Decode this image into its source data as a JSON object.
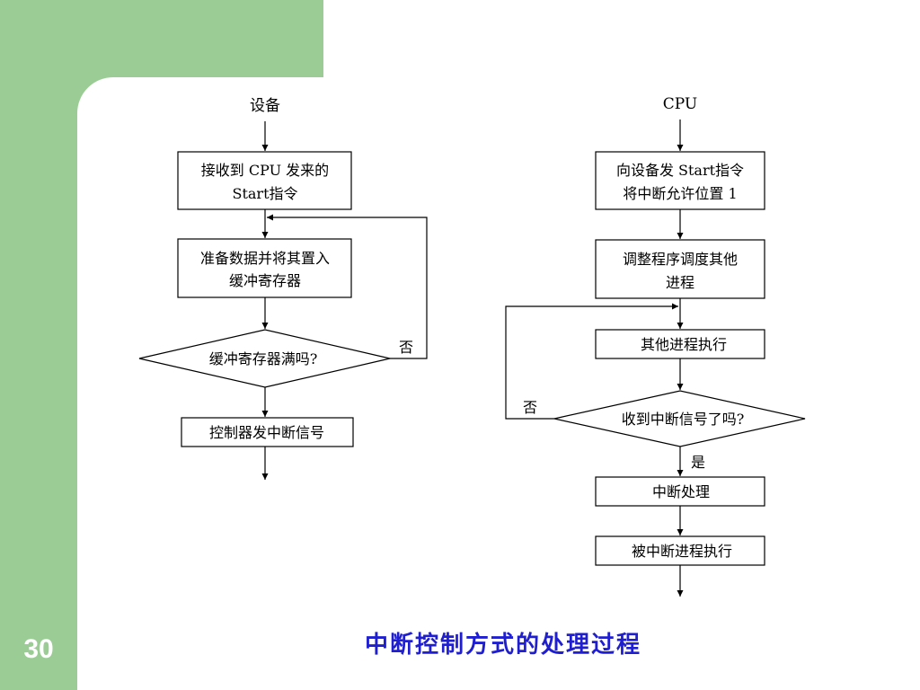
{
  "slide": {
    "page_number": "30",
    "caption": "中断控制方式的处理过程",
    "caption_color": "#1f1fd0",
    "background_color": "#9ccc96"
  },
  "device_flow": {
    "start": "设备",
    "step1_line1": "接收到 CPU 发来的",
    "step1_line2": "Start指令",
    "step2_line1": "准备数据并将其置入",
    "step2_line2": "缓冲寄存器",
    "decision": "缓冲寄存器满吗?",
    "no_label": "否",
    "step3": "控制器发中断信号"
  },
  "cpu_flow": {
    "start": "CPU",
    "step1_line1": "向设备发 Start指令",
    "step1_line2": "将中断允许位置 1",
    "step2_line1": "调整程序调度其他",
    "step2_line2": "进程",
    "step3": "其他进程执行",
    "decision": "收到中断信号了吗?",
    "no_label": "否",
    "yes_label": "是",
    "step4": "中断处理",
    "step5": "被中断进程执行"
  }
}
